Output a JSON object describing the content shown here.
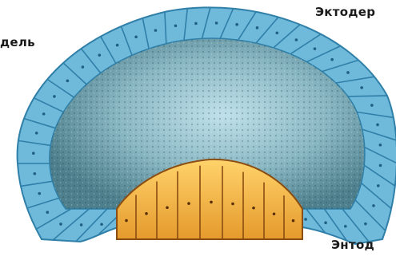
{
  "labels": {
    "ectoderm": "Эктодер",
    "left_partial": "дель",
    "endoderm": "Энтод"
  },
  "colors": {
    "background": "#ffffff",
    "ectoderm_cell": "#7fc6e4",
    "ectoderm_outline": "#2f7fa8",
    "cavity_fill": "#5f8f9a",
    "cavity_light": "#c8e6ee",
    "endoderm_cell": "#f1b84a",
    "endoderm_outline": "#8a4d12",
    "label_text": "#1a1a1a"
  }
}
